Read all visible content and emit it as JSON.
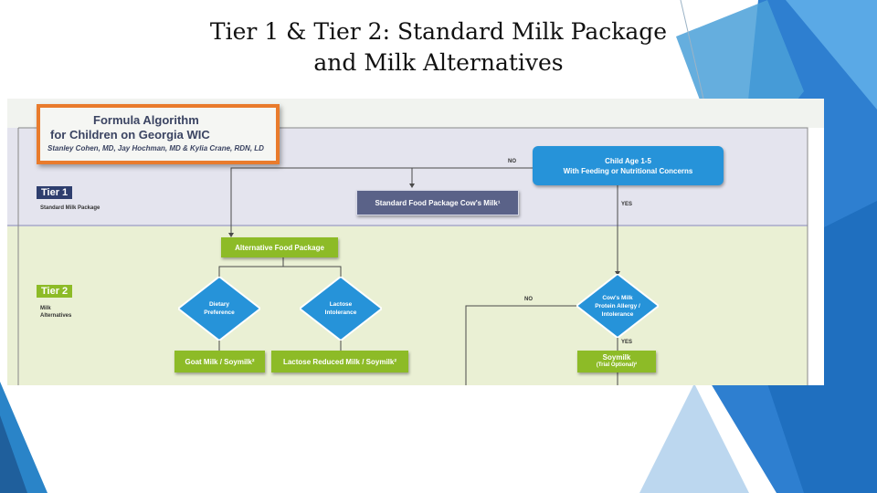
{
  "slide": {
    "title_line1": "Tier 1 & Tier 2: Standard Milk Package",
    "title_line2": "and Milk Alternatives"
  },
  "colors": {
    "accent_blue": "#2693d9",
    "dark_blue": "#1f5f9c",
    "orange_border": "#e97b2c",
    "tier1_navy": "#2e3e6e",
    "tier2_green": "#8dbb27"
  },
  "flowchart": {
    "title_line1": "Formula Algorithm",
    "title_line2": "for Children on Georgia WIC",
    "authors": "Stanley Cohen, MD, Jay Hochman, MD & Kylia Crane, RDN, LD",
    "tier1_label": "Tier 1",
    "tier1_sub": "Standard Milk Package",
    "tier2_label": "Tier 2",
    "tier2_sub_line1": "Milk",
    "tier2_sub_line2": "Alternatives",
    "node_child": "Child Age 1-5\nWith Feeding or Nutritional Concerns",
    "node_standard": "Standard Food Package Cow's Milk¹",
    "node_alternative": "Alternative Food Package",
    "node_dietary": "Dietary\nPreference",
    "node_lactose": "Lactose\nIntolerance",
    "node_cows_milk": "Cow's Milk\nProtein Allergy /\nIntolerance",
    "node_goat": "Goat Milk / Soymilk²",
    "node_lactose_reduced": "Lactose Reduced Milk / Soymilk²",
    "node_soymilk_line1": "Soymilk",
    "node_soymilk_line2": "(Trial Optional)²",
    "label_no_top": "NO",
    "label_yes_top": "YES",
    "label_no_mid": "NO",
    "label_yes_bottom": "YES"
  }
}
